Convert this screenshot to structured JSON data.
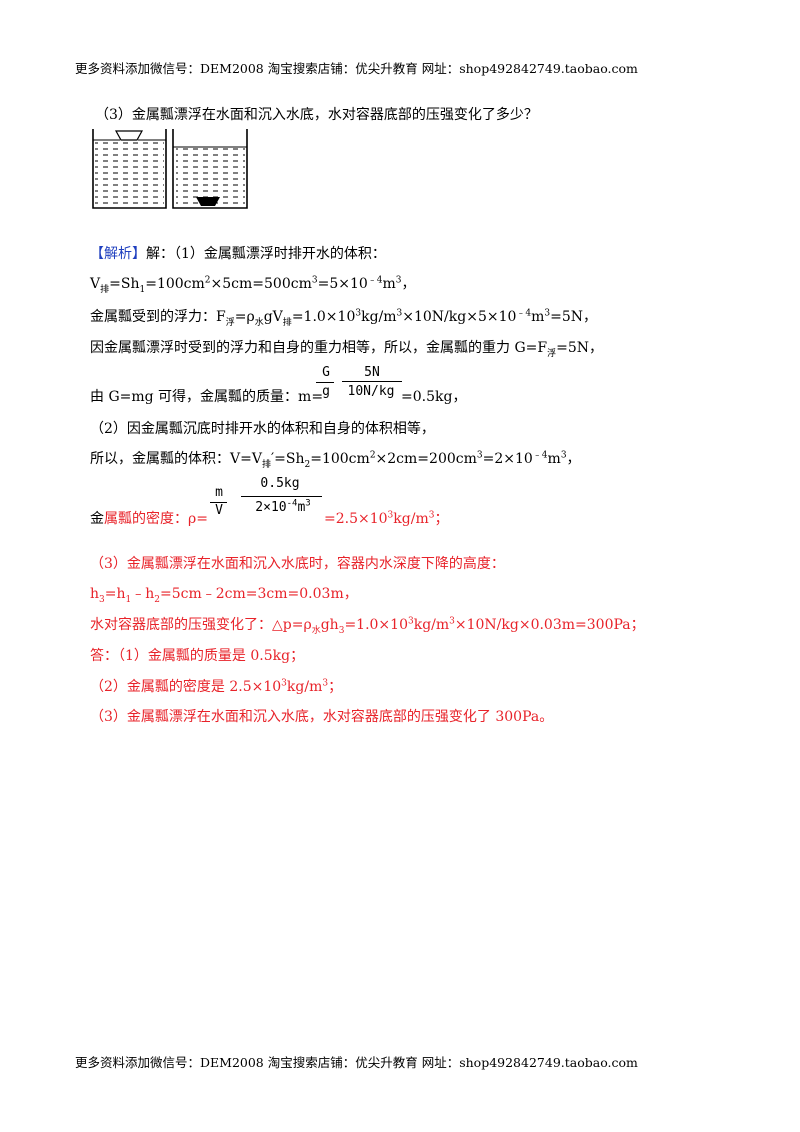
{
  "header": {
    "text": "更多资料添加微信号：DEM2008    淘宝搜索店铺：优尖升教育  网址：shop492842749.taobao.com"
  },
  "footer": {
    "text": "更多资料添加微信号：DEM2008    淘宝搜索店铺：优尖升教育  网址：shop492842749.taobao.com"
  },
  "question": {
    "text": "（3）金属瓢漂浮在水面和沉入水底，水对容器底部的压强变化了多少？"
  },
  "solution": {
    "tag": "【解析】",
    "line1": "解：（1）金属瓢漂浮时排开水的体积：",
    "line2": {
      "v": "V",
      "vsub": "排",
      "a": "=Sh",
      "h": "1",
      "b": "=100cm",
      "c": "×5cm=500cm",
      "d": "=5×10",
      "e": "m",
      "exp2": "2",
      "exp3": "3",
      "expn4": "﹣4",
      "exp3b": "3",
      "end": "，"
    },
    "line3": {
      "a": "金属瓢受到的浮力：F",
      "s1": "浮",
      "b": "=ρ",
      "s2": "水",
      "c": "gV",
      "s3": "排",
      "d": "=1.0×10",
      "e3": "3",
      "f": "kg/m",
      "e4": "3",
      "g": "×10N/kg×5×10",
      "e5": "﹣4",
      "h": "m",
      "e6": "3",
      "i": "=5N，"
    },
    "line4": {
      "a": "因金属瓢漂浮时受到的浮力和自身的重力相等，所以，金属瓢的重力 G=F",
      "s": "浮",
      "b": "=5N，"
    },
    "line5": {
      "a": "由 G=mg 可得，金属瓢的质量：m=",
      "b": "=0.5kg，",
      "f1num": "G",
      "f1den": "g",
      "f2num": "5N",
      "f2den": "10N/kg"
    },
    "line6": "（2）因金属瓢沉底时排开水的体积和自身的体积相等，",
    "line7": {
      "a": "所以，金属瓢的体积：V=V",
      "s": "排",
      "b": "′=Sh",
      "h": "2",
      "c": "=100cm",
      "e1": "2",
      "d": "×2cm=200cm",
      "e2": "3",
      "e": "=2×10",
      "e3": "﹣4",
      "f": "m",
      "e4": "3",
      "g": "，"
    },
    "line8": {
      "a": "金",
      "b": "属瓢的密度：ρ=",
      "c": "=2.5×10",
      "e1": "3",
      "d": "kg/m",
      "e2": "3",
      "end": "；",
      "f1num": "m",
      "f1den": "V",
      "f2num": "0.5kg",
      "f2den_a": "2×10",
      "f2den_exp": "-4",
      "f2den_b": "m",
      "f2den_exp2": "3"
    },
    "line9": "（3）金属瓢漂浮在水面和沉入水底时，容器内水深度下降的高度：",
    "line10": {
      "a": "h",
      "s1": "3",
      "b": "=h",
      "s2": "1",
      "c": "﹣h",
      "s3": "2",
      "d": "=5cm﹣2cm=3cm=0.03m，"
    },
    "line11": {
      "a": "水对容器底部的压强变化了：△p=ρ",
      "s1": "水",
      "b": "gh",
      "s2": "3",
      "c": "=1.0×10",
      "e1": "3",
      "d": "kg/m",
      "e2": "3",
      "e": "×10N/kg×0.03m=300Pa；"
    },
    "line12": "答：（1）金属瓢的质量是 0.5kg；",
    "line13": {
      "a": "（2）金属瓢的密度是 2.5×10",
      "e1": "3",
      "b": "kg/m",
      "e2": "3",
      "c": "；"
    },
    "line14": "（3）金属瓢漂浮在水面和沉入水底，水对容器底部的压强变化了 300Pa。"
  },
  "colors": {
    "answer": "#e8232a",
    "tag": "#1f3fbf"
  },
  "figure": {
    "icon": "two-containers-figure"
  }
}
